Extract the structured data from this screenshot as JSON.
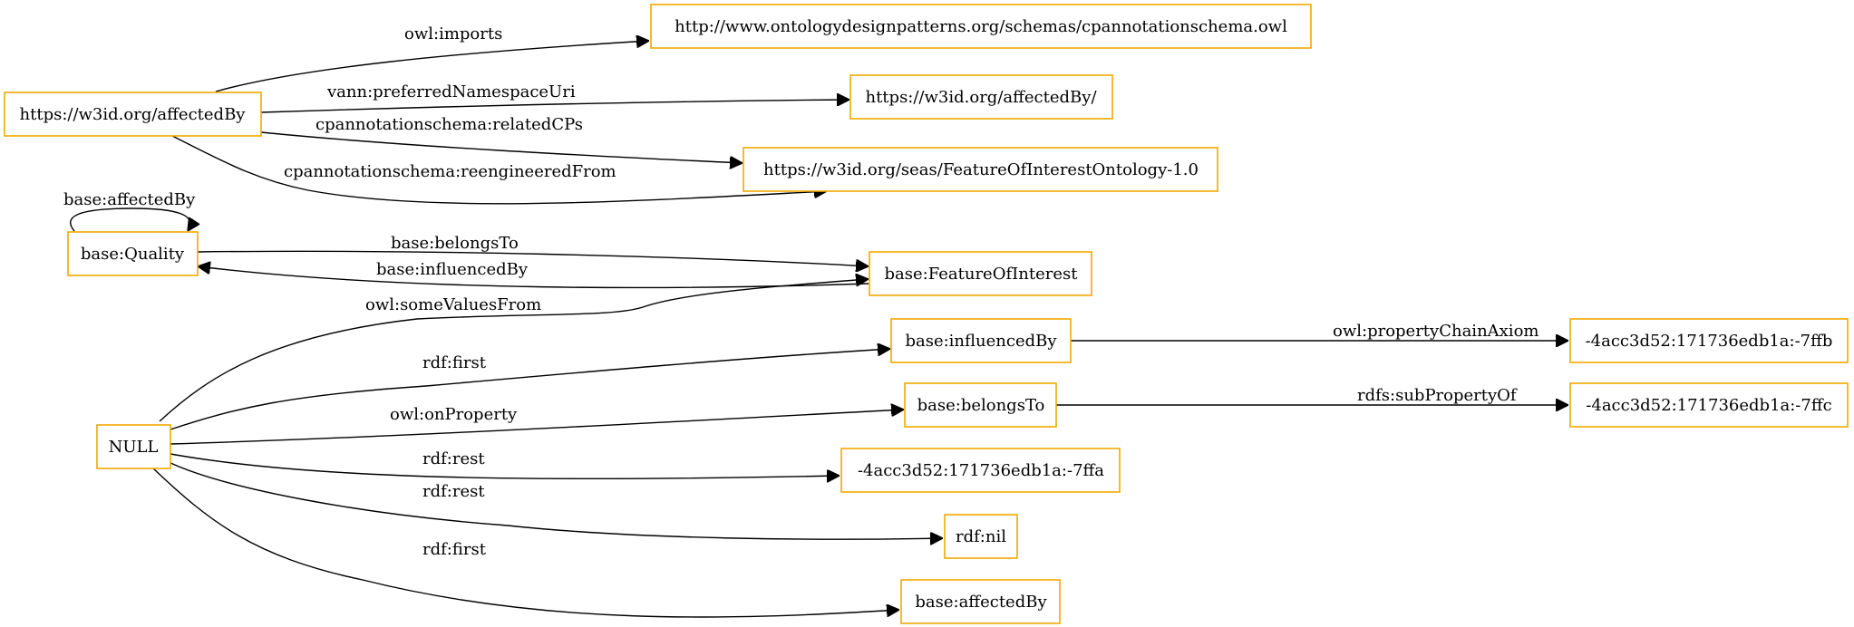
{
  "nodes": {
    "n_affectedby_uri": "https://w3id.org/affectedBy",
    "n_cpannotation": "http://www.ontologydesignpatterns.org/schemas/cpannotationschema.owl",
    "n_affectedby_ns": "https://w3id.org/affectedBy/",
    "n_foi_ontology": "https://w3id.org/seas/FeatureOfInterestOntology-1.0",
    "n_quality": "base:Quality",
    "n_feature_of_interest": "base:FeatureOfInterest",
    "n_influencedby": "base:influencedBy",
    "n_belongsto": "base:belongsTo",
    "n_null": "NULL",
    "n_7ffa": "-4acc3d52:171736edb1a:-7ffa",
    "n_rdfnil": "rdf:nil",
    "n_affectedby_prop": "base:affectedBy",
    "n_7ffb": "-4acc3d52:171736edb1a:-7ffb",
    "n_7ffc": "-4acc3d52:171736edb1a:-7ffc"
  },
  "edges": {
    "e_imports": "owl:imports",
    "e_pref_ns": "vann:preferredNamespaceUri",
    "e_related_cps": "cpannotationschema:relatedCPs",
    "e_reengineered": "cpannotationschema:reengineeredFrom",
    "e_self_affected": "base:affectedBy",
    "e_belongs": "base:belongsTo",
    "e_influenced": "base:influencedBy",
    "e_some_values": "owl:someValuesFrom",
    "e_rdf_first_1": "rdf:first",
    "e_on_property": "owl:onProperty",
    "e_rdf_rest_1": "rdf:rest",
    "e_rdf_rest_2": "rdf:rest",
    "e_rdf_first_2": "rdf:first",
    "e_chain_axiom": "owl:propertyChainAxiom",
    "e_sub_property": "rdfs:subPropertyOf"
  },
  "colors": {
    "node_border": "#f2a900",
    "edge": "#000000"
  }
}
